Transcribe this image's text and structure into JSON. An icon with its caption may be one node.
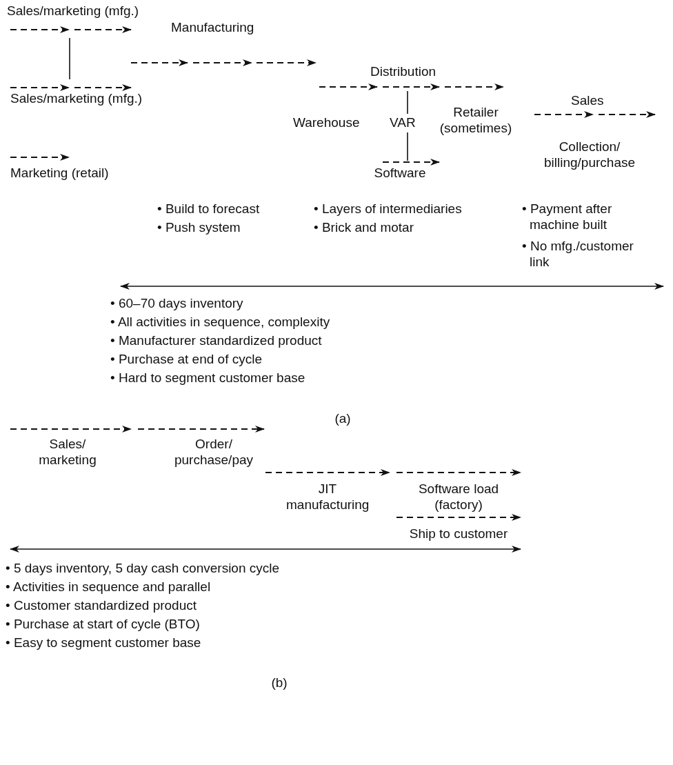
{
  "diagram": {
    "labels": [
      "Sales/marketing (mfg.)",
      "Manufacturing",
      "Sales/marketing (mfg.)",
      "Distribution",
      "Sales",
      "Warehouse",
      "VAR",
      "Retailer (sometimes)",
      "Marketing (retail)",
      "Software",
      "Collection/ billing/purchase",
      "• Build to forecast",
      "• Push system",
      "• Layers of intermediaries",
      "• Brick and motar",
      "• Payment after machine built",
      "• No mfg./customer link",
      "• 60–70 days inventory",
      "• All activities in sequence, complexity",
      "• Manufacturer standardized product",
      "• Purchase at end of cycle",
      "• Hard to segment customer base",
      "(a)",
      "Sales/ marketing",
      "Order/ purchase/pay",
      "JIT manufacturing",
      "Software load (factory)",
      "Ship to customer",
      "• 5 days inventory, 5 day cash conversion cycle",
      "• Activities in sequence and parallel",
      "• Customer standardized product",
      "• Purchase at start of cycle (BTO)",
      "• Easy to segment customer base",
      "(b)"
    ]
  }
}
